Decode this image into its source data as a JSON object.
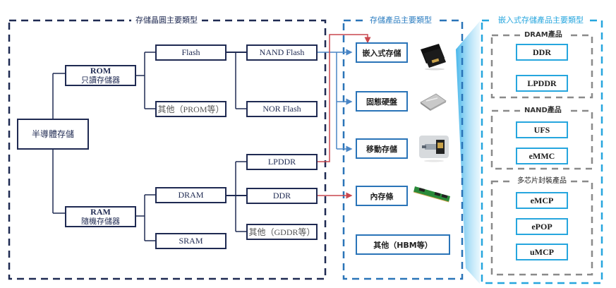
{
  "panels": {
    "wafer": {
      "title": "存儲晶圓主要類型"
    },
    "products": {
      "title": "存儲產品主要類型"
    },
    "embedded": {
      "title": "嵌入式存儲產品主要類型"
    }
  },
  "wafer_tree": {
    "root": "半導體存儲",
    "rom": {
      "name": "ROM",
      "sub": "只讀存儲器"
    },
    "ram": {
      "name": "RAM",
      "sub": "隨機存儲器"
    },
    "flash": "Flash",
    "prom_other": "其他（PROM等）",
    "nand_flash": "NAND Flash",
    "nor_flash": "NOR Flash",
    "dram": "DRAM",
    "sram": "SRAM",
    "lpddr": "LPDDR",
    "ddr": "DDR",
    "gddr_other": "其他（GDDR等）"
  },
  "products": [
    {
      "label": "嵌入式存儲",
      "icon": "embedded-chip-icon"
    },
    {
      "label": "固態硬盤",
      "icon": "ssd-icon"
    },
    {
      "label": "移動存儲",
      "icon": "mobile-storage-icon"
    },
    {
      "label": "內存條",
      "icon": "memory-module-icon"
    },
    {
      "label": "其他（HBM等）",
      "icon": ""
    }
  ],
  "embedded_groups": [
    {
      "title": "DRAM產品",
      "items": [
        "DDR",
        "LPDDR"
      ]
    },
    {
      "title": "NAND產品",
      "items": [
        "UFS",
        "eMMC"
      ]
    },
    {
      "title": "多芯片封裝產品",
      "items": [
        "eMCP",
        "ePOP",
        "uMCP"
      ]
    }
  ],
  "colors": {
    "navy": "#1f2a52",
    "blue": "#2a74b8",
    "cyan": "#26a6de",
    "red": "#c9474e",
    "grey_dash": "#8a8a8a"
  }
}
